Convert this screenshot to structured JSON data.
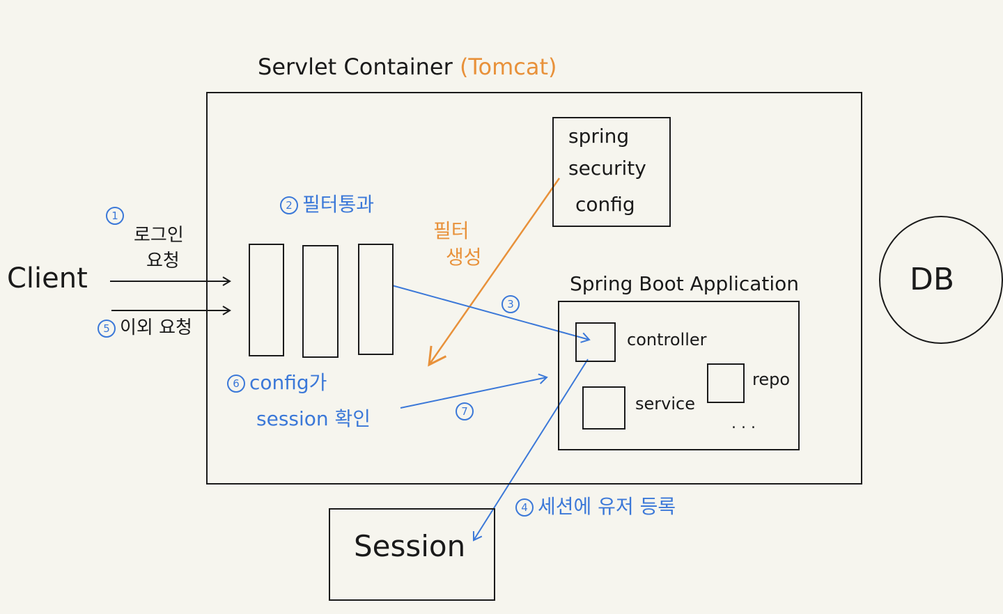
{
  "container": {
    "title": "Servlet Container",
    "title_paren": "(Tomcat)"
  },
  "client": {
    "label": "Client"
  },
  "db": {
    "label": "DB"
  },
  "security_config": {
    "line1": "spring",
    "line2": "security",
    "line3": "config"
  },
  "app": {
    "title": "Spring Boot Application",
    "controller": "controller",
    "service": "service",
    "repo": "repo",
    "ellipsis": ". . ."
  },
  "session": {
    "label": "Session"
  },
  "steps": {
    "s1_num": "1",
    "s1_line1": "로그인",
    "s1_line2": "요청",
    "s2_num": "2",
    "s2_text": "필터통과",
    "s3_num": "3",
    "s4_num": "4",
    "s4_text": "세션에 유저 등록",
    "s5_num": "5",
    "s5_text": "이외 요청",
    "s6_num": "6",
    "s6_line1": "config가",
    "s6_line2": "session 확인",
    "s7_num": "7"
  },
  "filter_create": {
    "line1": "필터",
    "line2": "생성"
  },
  "colors": {
    "ink": "#1a1a1a",
    "blue": "#3b78d8",
    "orange": "#e8913a",
    "paper": "#f6f5ee"
  }
}
